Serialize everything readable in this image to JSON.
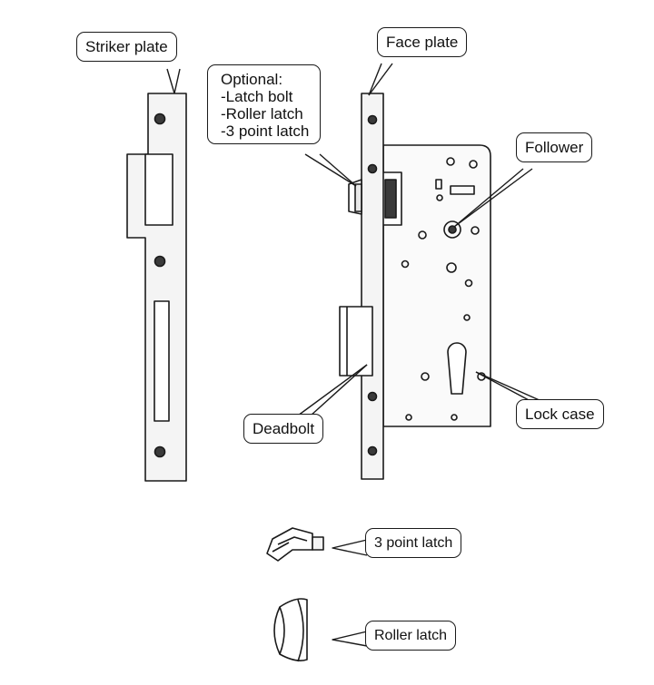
{
  "labels": {
    "striker_plate": "Striker plate",
    "face_plate": "Face plate",
    "optional_title": "Optional:",
    "optional_items": [
      "-Latch bolt",
      "-Roller latch",
      "-3 point latch"
    ],
    "follower": "Follower",
    "deadbolt": "Deadbolt",
    "lock_case": "Lock case",
    "three_point_latch": "3 point latch",
    "roller_latch": "Roller latch"
  },
  "colors": {
    "outline": "#1a1a1a",
    "plate_fill": "#f4f4f4",
    "case_fill": "#fafafa",
    "hole_fill": "#3a3a3a"
  }
}
